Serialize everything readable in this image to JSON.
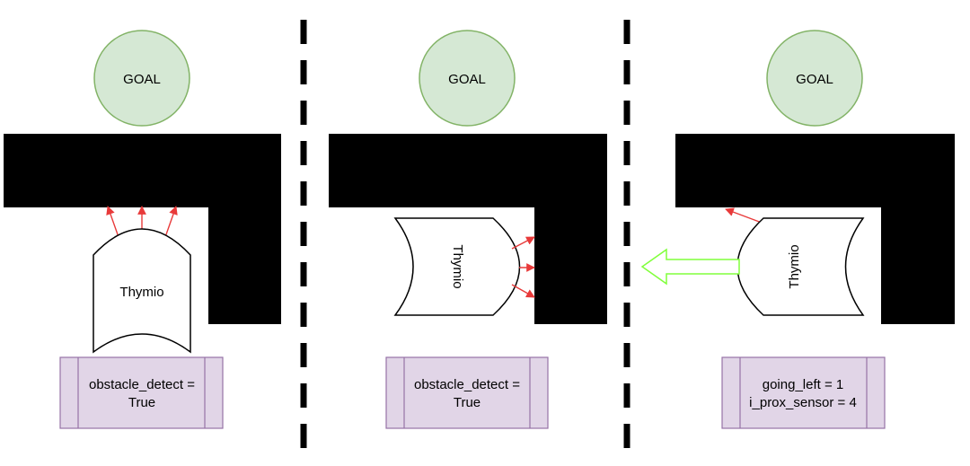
{
  "panels": [
    {
      "goal_label": "GOAL",
      "robot_label": "Thymio",
      "state_lines": [
        "obstacle_detect =",
        "True"
      ]
    },
    {
      "goal_label": "GOAL",
      "robot_label": "Thymio",
      "state_lines": [
        "obstacle_detect =",
        "True"
      ]
    },
    {
      "goal_label": "GOAL",
      "robot_label": "Thymio",
      "state_lines": [
        "going_left = 1",
        "i_prox_sensor = 4"
      ]
    }
  ],
  "colors": {
    "goal_fill": "#d5e8d4",
    "goal_stroke": "#82b366",
    "wall": "#000000",
    "sensor_ray": "#e83a3a",
    "state_fill": "#e1d5e7",
    "state_stroke": "#9673a6",
    "move_arrow_stroke": "#80ff3b"
  },
  "icons": {
    "sensor_ray": "red-arrow",
    "move_direction": "hollow-left-arrow"
  }
}
